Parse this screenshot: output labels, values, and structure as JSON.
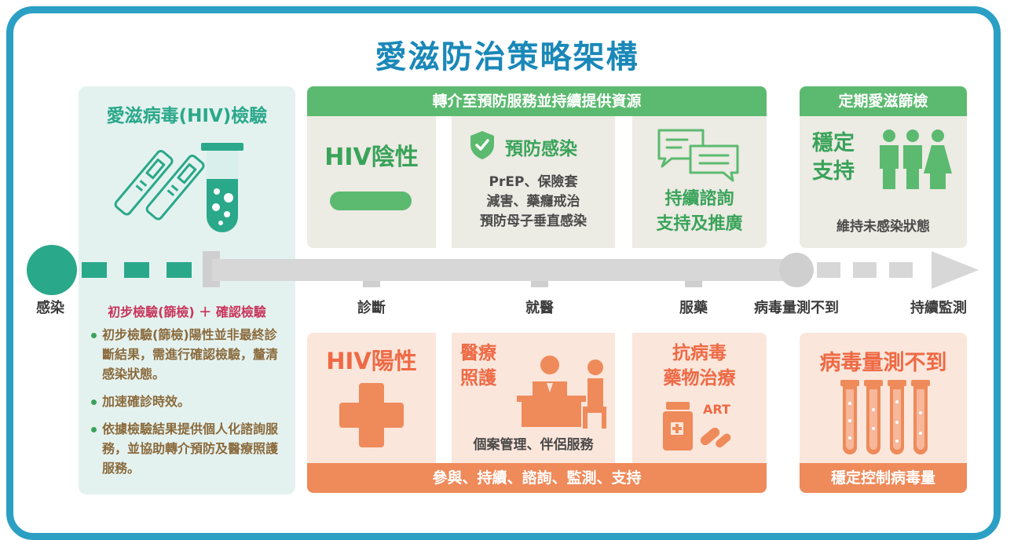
{
  "title": "愛滋防治策略架構",
  "testing": {
    "heading": "愛滋病毒(HIV)檢驗",
    "subheading": "初步檢驗(篩檢) ＋ 確認檢驗",
    "bullets": [
      "初步檢驗(篩檢)陽性並非最終診斷結果，需進行確認檢驗，釐清感染狀態。",
      "加速確診時效。",
      "依據檢驗結果提供個人化諮詢服務，並協助轉介預防及醫療照護服務。"
    ]
  },
  "negative_path": {
    "bar": "轉介至預防服務並持續提供資源",
    "hiv_negative": "HIV陰性",
    "prevention_title": "預防感染",
    "prevention_lines": [
      "PrEP、保險套",
      "減害、藥癮戒治",
      "預防母子垂直感染"
    ],
    "counsel_line1": "持續諮詢",
    "counsel_line2": "支持及推廣"
  },
  "screening": {
    "bar": "定期愛滋篩檢",
    "stable_line1": "穩定",
    "stable_line2": "支持",
    "caption": "維持未感染狀態"
  },
  "timeline": {
    "infection": "感染",
    "diagnosis": "診斷",
    "care": "就醫",
    "medication": "服藥",
    "undetectable": "病毒量測不到",
    "monitoring": "持續監測"
  },
  "positive_path": {
    "hiv_positive": "HIV陽性",
    "care_line1": "醫療",
    "care_line2": "照護",
    "care_caption": "個案管理、伴侶服務",
    "art_line1": "抗病毒",
    "art_line2": "藥物治療",
    "art_label": "ART",
    "bar": "參與、持續、諮詢、監測、支持"
  },
  "viral": {
    "title": "病毒量測不到",
    "bar": "穩定控制病毒量"
  },
  "colors": {
    "frame": "#2b9fc4",
    "teal": "#2aa88a",
    "green": "#5bba6f",
    "orange": "#ef8a5a"
  }
}
